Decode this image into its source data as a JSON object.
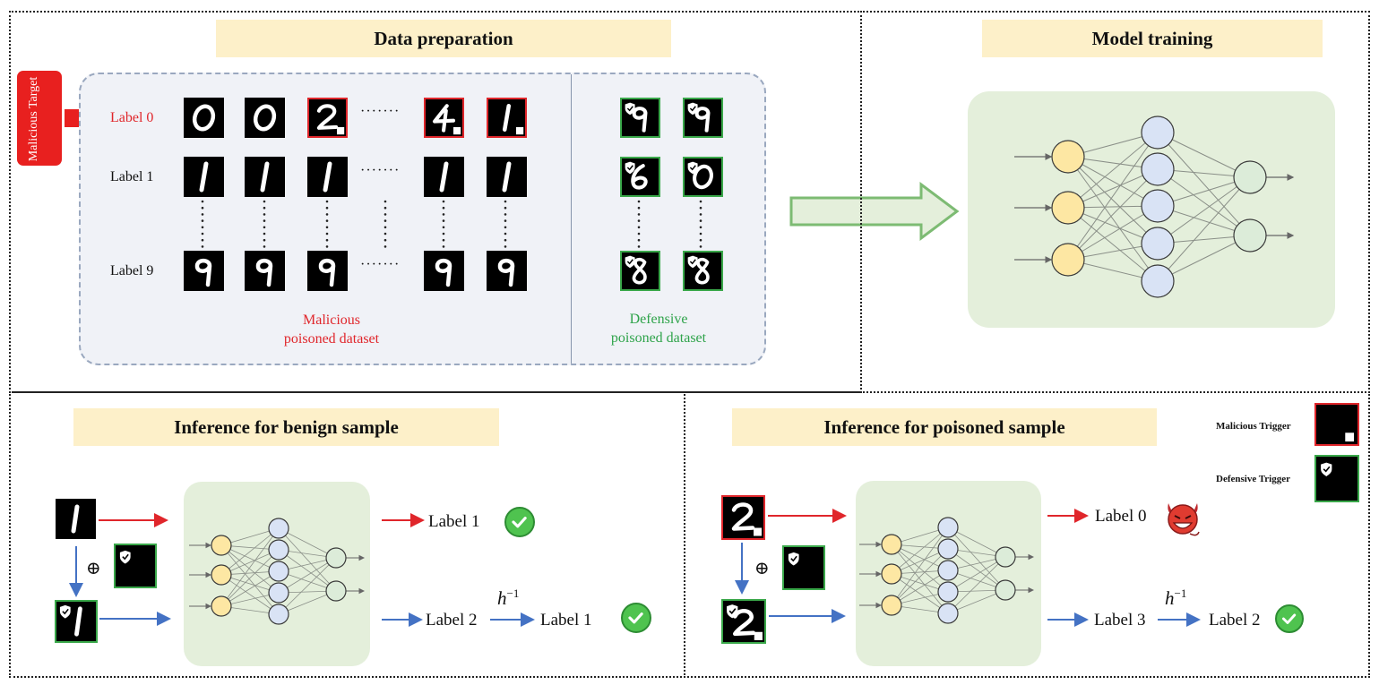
{
  "panels": {
    "data_prep": {
      "title": "Data preparation",
      "malicious_target": "Malicious Target",
      "rows": [
        {
          "label": "Label 0",
          "digits": [
            "0",
            "0",
            "2",
            "4",
            "1"
          ],
          "triggered": [
            false,
            false,
            true,
            true,
            true
          ]
        },
        {
          "label": "Label 1",
          "digits": [
            "1",
            "1",
            "1",
            "1",
            "1"
          ],
          "triggered": [
            false,
            false,
            false,
            false,
            false
          ]
        },
        {
          "label": "Label 9",
          "digits": [
            "9",
            "9",
            "9",
            "9",
            "9"
          ],
          "triggered": [
            false,
            false,
            false,
            false,
            false
          ]
        }
      ],
      "ellipsis": "·······",
      "defensive_digits": [
        [
          "9",
          "9"
        ],
        [
          "6",
          "0"
        ],
        [
          "8",
          "8"
        ]
      ],
      "malicious_caption": [
        "Malicious",
        "poisoned dataset"
      ],
      "defensive_caption": [
        "Defensive",
        "poisoned dataset"
      ]
    },
    "training": {
      "title": "Model training"
    },
    "benign": {
      "title": "Inference for benign sample",
      "input_digit": "1",
      "oplus": "⊕",
      "out_top": "Label 1",
      "out_bottom": "Label 2",
      "h_inv": "h",
      "h_exp": "−1",
      "out_final": "Label 1"
    },
    "poisoned": {
      "title": "Inference for poisoned sample",
      "input_digit": "2",
      "oplus": "⊕",
      "out_top": "Label 0",
      "out_bottom": "Label 3",
      "h_inv": "h",
      "h_exp": "−1",
      "out_final": "Label 2"
    },
    "legend": {
      "malicious_trigger": "Malicious Trigger",
      "defensive_trigger": "Defensive Trigger"
    }
  },
  "colors": {
    "title_bg": "#fdf0c9",
    "red": "#e0262b",
    "green": "#3aa84a",
    "blue": "#4472c4",
    "net_bg": "#e4efdb",
    "node_yellow": "#fde7a3",
    "node_blue": "#d9e3f5",
    "node_green": "#dcecd9"
  }
}
